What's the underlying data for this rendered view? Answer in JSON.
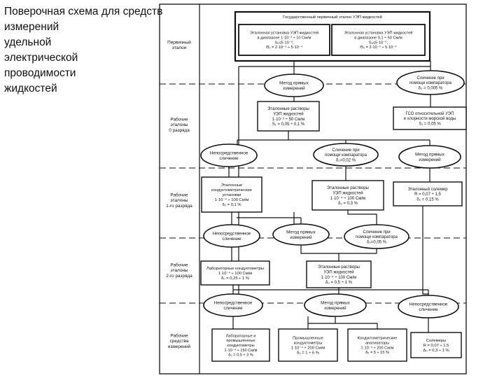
{
  "title": "Поверочная  схема для средств\nизмерений\nудельной\nэлектрической\nпроводимости\nжидкостей",
  "levels": [
    {
      "key": "prim",
      "lines": [
        "Первичный",
        "эталон"
      ]
    },
    {
      "key": "r0",
      "lines": [
        "Рабочие",
        "эталоны",
        "0 разряда"
      ]
    },
    {
      "key": "r1",
      "lines": [
        "Рабочие",
        "эталоны",
        "1-го разряда"
      ]
    },
    {
      "key": "r2",
      "lines": [
        "Рабочие",
        "эталоны",
        "2-го разряда"
      ]
    },
    {
      "key": "rs",
      "lines": [
        "Рабочие",
        "средства",
        "измерений"
      ]
    }
  ],
  "boxes": [
    {
      "key": "gpe",
      "lines": [
        "Государственный первичный эталон УЭП жидкостей"
      ]
    },
    {
      "key": "u1",
      "lines": [
        "Эталонная установка УЭП жидкостей",
        "в диапазоне 1·10⁻³ ÷ 10 См/м",
        "S₀≤5·10⁻⁵;",
        "Θ₀ = 2·10⁻⁵ ÷ 5·10⁻⁴"
      ]
    },
    {
      "key": "u2",
      "lines": [
        "Эталонная установка УЭП жидкостей",
        "в диапазоне 0,1 ÷ 50 См/м",
        "S₀≤5·10⁻⁵;",
        "Θ₀ = 2·10⁻⁵ ÷ 5·10⁻⁴"
      ]
    },
    {
      "key": "er0",
      "lines": [
        "Эталонные растворы",
        "УЭП жидкостей",
        "1·10⁻³ ÷ 50 См/м",
        "S₁ = 0,05 ÷ 0,1 %"
      ]
    },
    {
      "key": "gso",
      "lines": [
        "ГСО относительной УЭП",
        "и хлорности морской воды",
        "S₁ = 0,05 %"
      ]
    },
    {
      "key": "ek1",
      "lines": [
        "Эталонные",
        "кондуктометрические",
        "установки",
        "1·10⁻⁴ ÷ 100 См/м",
        "δ₀ = 0,1 %"
      ]
    },
    {
      "key": "er1",
      "lines": [
        "Эталонные растворы",
        "УЭП жидкостей",
        "1·10⁻⁴ ÷ 100 См/м",
        "δ₀ = 0,3 %"
      ]
    },
    {
      "key": "sol1",
      "lines": [
        "Эталонный солемер",
        "R = 0,07 ÷ 1,5",
        "δ₀ = 0,15 %"
      ]
    },
    {
      "key": "lk2",
      "lines": [
        "Лабораторные кондуктометры",
        "1·10⁻⁴ ÷ 100 См/м",
        "δ₀ = 0,25 ÷ 1 %"
      ]
    },
    {
      "key": "er2",
      "lines": [
        "Эталонные растворы",
        "УЭП жидкостей",
        "1·10⁻⁴ ÷ 100 См/м",
        "δ₀ = 0,5 ÷ 1 %"
      ]
    },
    {
      "key": "rs1",
      "lines": [
        "Лабораторные и",
        "промышленные",
        "кондуктометры",
        "1·10⁻⁴ ÷ 150 См/м",
        "δ₀ = 0,5 ÷ 3 %"
      ]
    },
    {
      "key": "rs2",
      "lines": [
        "Промышленные",
        "кондуктометры",
        "1·10⁻⁴ ÷ 200 См/м",
        "δ₀ = 1 ÷ 6 %"
      ]
    },
    {
      "key": "rs3",
      "lines": [
        "Кондуктометрические",
        "анализаторы",
        "1·10⁻⁴ ÷ 200 См/м",
        "δ₀ = 5 ÷ 15 %"
      ]
    },
    {
      "key": "rs4",
      "lines": [
        "Солемеры",
        "R = 0,07 ÷ 1,5",
        "Δ₀ = 0,3 ÷ 1 %"
      ]
    }
  ],
  "methods": [
    {
      "key": "m1",
      "lines": [
        "Метод прямых",
        "измерений"
      ]
    },
    {
      "key": "m2",
      "lines": [
        "Сличение при",
        "помощи компаратора",
        "δ₀ = 0,005 %"
      ]
    },
    {
      "key": "m3",
      "lines": [
        "Непосредственное",
        "сличение"
      ]
    },
    {
      "key": "m4",
      "lines": [
        "Сличение при",
        "помощи компаратора",
        "δ₀=0,02 %"
      ]
    },
    {
      "key": "m5",
      "lines": [
        "Метод прямых",
        "измерений"
      ]
    },
    {
      "key": "m6",
      "lines": [
        "Непосредственное",
        "сличение"
      ]
    },
    {
      "key": "m7",
      "lines": [
        "Метод прямых",
        "измерений"
      ]
    },
    {
      "key": "m8",
      "lines": [
        "Сличение при",
        "помощи компаратора",
        "δ₀=0,05 %"
      ]
    },
    {
      "key": "m9",
      "lines": [
        "Непосредственное",
        "сличение"
      ]
    },
    {
      "key": "m10",
      "lines": [
        "Метод прямых",
        "измерений"
      ]
    },
    {
      "key": "m11",
      "lines": [
        "Непосредственное",
        "сличение"
      ]
    }
  ]
}
